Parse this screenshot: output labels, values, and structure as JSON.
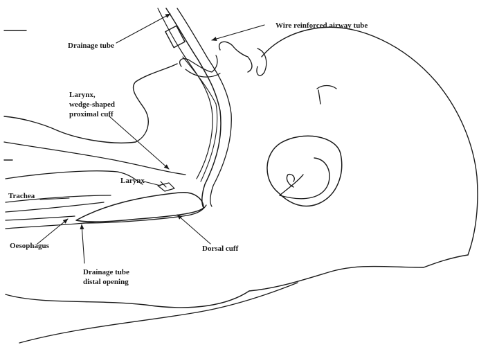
{
  "labels": {
    "drainage_tube": "Drainage tube",
    "wire_reinforced_airway_tube": "Wire reinforced airway tube",
    "larynx_cuff_line1": "Larynx,",
    "larynx_cuff_line2": "wedge-shaped",
    "larynx_cuff_line3": "proximal cuff",
    "larynx": "Larynx",
    "trachea": "Trachea",
    "oesophagus": "Oesophagus",
    "dorsal_cuff": "Dorsal cuff",
    "drainage_distal_line1": "Drainage tube",
    "drainage_distal_line2": "distal opening"
  },
  "colors": {
    "ink": "#1a1a1a",
    "background": "#ffffff"
  }
}
